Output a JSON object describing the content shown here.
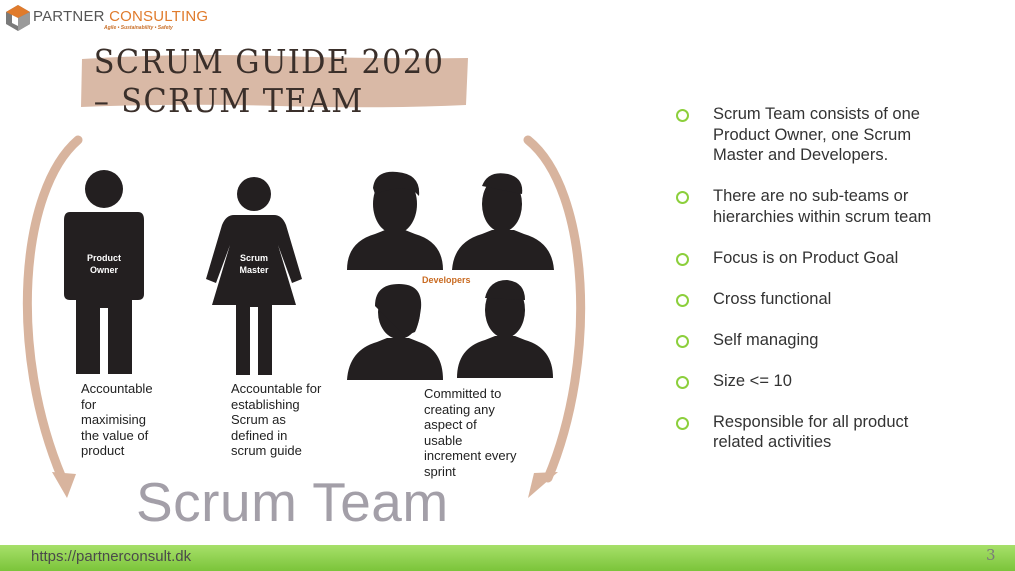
{
  "brand": {
    "name_part1": "PARTNER ",
    "name_part2": "CONSULTING",
    "tagline": "Agile • Sustainability • Safety"
  },
  "title": "Scrum guide 2020 – scrum team",
  "figures": {
    "product_owner": {
      "label_line1": "Product",
      "label_line2": "Owner",
      "caption": [
        "Accountable",
        "for",
        "maximising",
        "the value of",
        "product"
      ]
    },
    "scrum_master": {
      "label_line1": "Scrum",
      "label_line2": "Master",
      "caption": [
        "Accountable for",
        "establishing",
        "Scrum as",
        "defined in",
        "scrum guide"
      ]
    },
    "developers": {
      "label": "Developers",
      "caption": [
        "Committed to",
        "creating any",
        "aspect of",
        "usable",
        "increment every",
        "sprint"
      ]
    }
  },
  "big_label": "Scrum Team",
  "bullets": [
    [
      "Scrum Team consists of one",
      "Product Owner, one Scrum",
      "Master and Developers."
    ],
    [
      "There are no sub-teams or",
      "hierarchies within scrum team"
    ],
    [
      "Focus is on Product Goal"
    ],
    [
      "Cross functional"
    ],
    [
      "Self managing"
    ],
    [
      "Size <= 10"
    ],
    [
      "Responsible for all product",
      "related activities"
    ]
  ],
  "footer": {
    "url": "https://partnerconsult.dk",
    "page_number": "3"
  },
  "colors": {
    "banner": "#d9b9a6",
    "arrow": "#d8b49e",
    "bullet_ring": "#8ccf3c",
    "footer_green": "#8fd04c",
    "silhouette": "#231f20"
  }
}
